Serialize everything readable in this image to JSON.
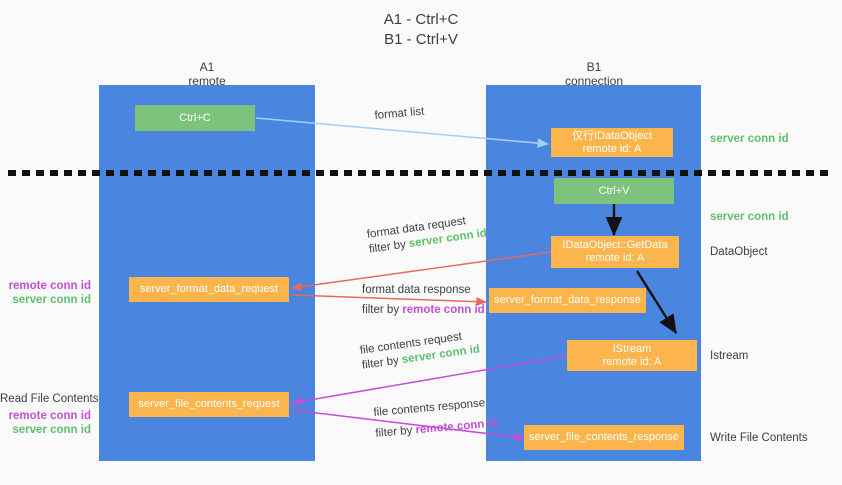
{
  "title": {
    "line1": "A1 - Ctrl+C",
    "line2": "B1 - Ctrl+V"
  },
  "columns": [
    {
      "name": "A1",
      "sub": "remote"
    },
    {
      "name": "B1",
      "sub": "connection"
    }
  ],
  "nodes": {
    "ctrl_c": {
      "label": "Ctrl+C",
      "color": "#7dc37d"
    },
    "idataobject": {
      "line1": "仅行IDataObject",
      "line2": "remote id: A",
      "color": "#fcb44c"
    },
    "ctrl_v": {
      "label": "Ctrl+V",
      "color": "#7dc37d"
    },
    "getdata": {
      "line1": "IDataObject::GetData",
      "line2": "remote id: A",
      "color": "#fcb44c"
    },
    "fmt_req": {
      "label": "server_format_data_request",
      "color": "#fcb44c"
    },
    "fmt_resp": {
      "label": "server_format_data_response",
      "color": "#fcb44c"
    },
    "istream": {
      "line1": "IStream",
      "line2": "remote id: A",
      "color": "#fcb44c"
    },
    "file_req": {
      "label": "server_file_contents_request",
      "color": "#fcb44c"
    },
    "file_resp": {
      "label": "server_file_contents_response",
      "color": "#fcb44c"
    }
  },
  "edges": {
    "format_list": {
      "label": "format list",
      "color": "#a9cff0"
    },
    "fmt_data_request": {
      "l1": "format data request",
      "l2a": "filter by ",
      "l2b": "server conn id",
      "color": "#e8695f"
    },
    "fmt_data_response": {
      "l1": "format data response",
      "l2a": "filter by ",
      "l2b": "remote conn id",
      "color": "#e8695f"
    },
    "file_contents_request": {
      "l1": "file contents request",
      "l2a": "filter by ",
      "l2b": "server conn id",
      "color": "#c44fd4"
    },
    "file_contents_response": {
      "l1": "file contents response",
      "l2a": "filter by ",
      "l2b": "remote conn id",
      "color": "#c44fd4"
    }
  },
  "annotations": {
    "right_server_conn_top": "server conn id",
    "right_server_conn_mid": "server conn id",
    "right_dataobject": "DataObject",
    "right_istream": "Istream",
    "right_write_file": "Write File Contents",
    "left_read_file": "Read File Contents",
    "left_remote_conn_1": "remote conn id",
    "left_server_conn_1": "server conn id",
    "left_remote_conn_2": "remote conn id",
    "left_server_conn_2": "server conn id"
  },
  "colors": {
    "lane": "#4a86e0",
    "green": "#7dc37d",
    "orange": "#fcb44c",
    "red": "#e8695f",
    "magenta": "#c44fd4",
    "lightblue": "#a9cff0",
    "text": "#3c4043",
    "green_text": "#5fbf6d",
    "background": "#fafafa"
  }
}
